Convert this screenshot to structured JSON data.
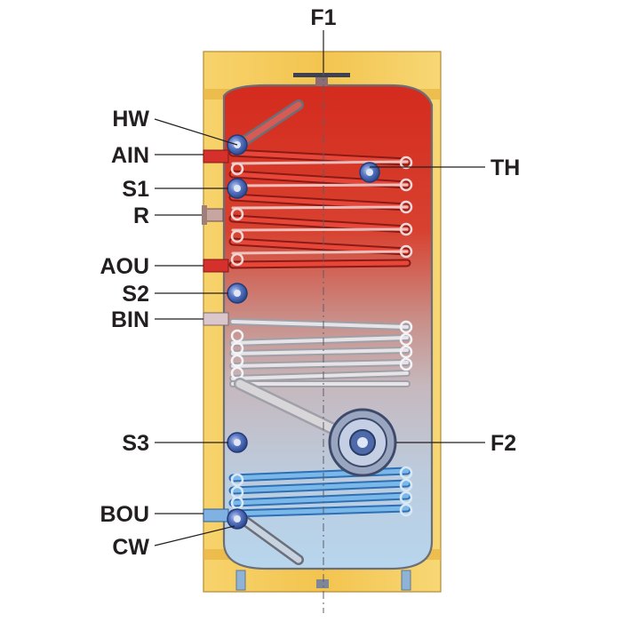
{
  "labels": {
    "f1": "F1",
    "hw": "HW",
    "ain": "AIN",
    "th": "TH",
    "s1": "S1",
    "r": "R",
    "aou": "AOU",
    "s2": "S2",
    "bin": "BIN",
    "s3": "S3",
    "f2": "F2",
    "bou": "BOU",
    "cw": "CW"
  },
  "colors": {
    "insulation": "#f2c14e",
    "hot_water": "#d42b1e",
    "cold_water": "#b9d7ee",
    "upper_coil": "#e03a2e",
    "lower_coil": "#5aa2dc",
    "middle_coil": "#c9c3c8",
    "fittings": "#3e5fb0"
  }
}
